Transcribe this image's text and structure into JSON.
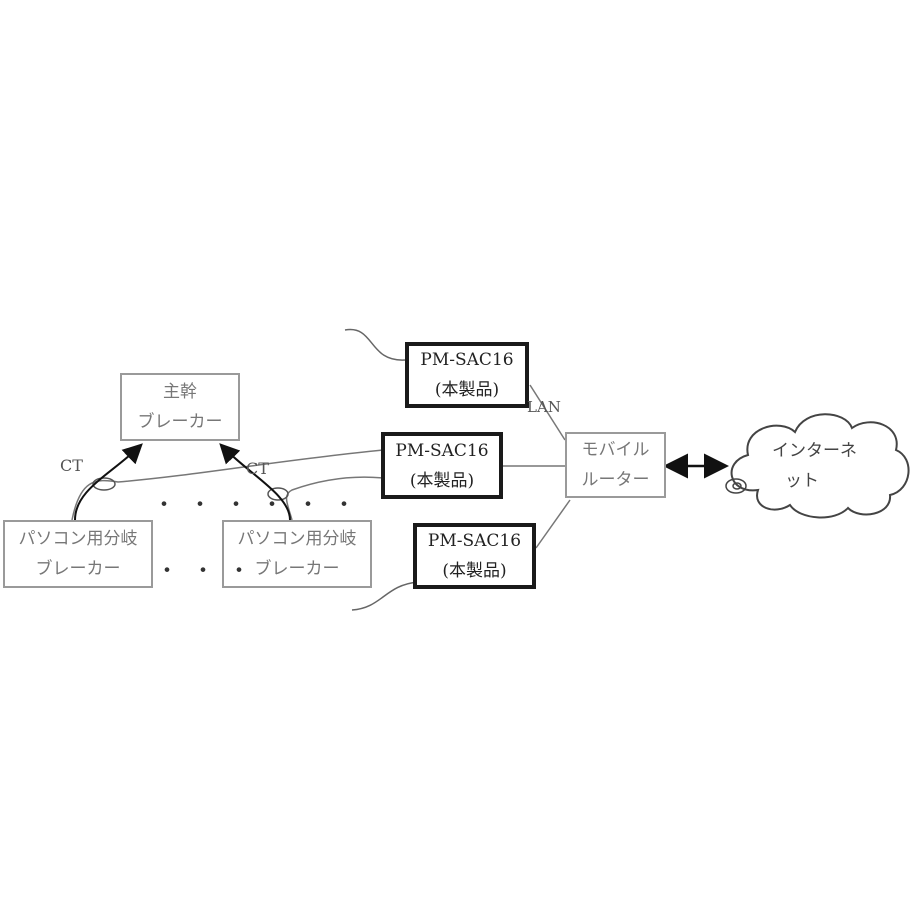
{
  "main_breaker": {
    "line1": "主幹",
    "line2": "ブレーカー"
  },
  "branch_breaker_1": {
    "line1": "パソコン用分岐",
    "line2": "ブレーカー"
  },
  "branch_breaker_2": {
    "line1": "パソコン用分岐",
    "line2": "ブレーカー"
  },
  "device_top": {
    "line1": "PM-SAC16",
    "line2": "(本製品)"
  },
  "device_mid": {
    "line1": "PM-SAC16",
    "line2": "(本製品)"
  },
  "device_bottom": {
    "line1": "PM-SAC16",
    "line2": "(本製品)"
  },
  "router": {
    "line1": "モバイル",
    "line2": "ルーター"
  },
  "internet": {
    "line1": "インターネ",
    "line2": "ット"
  },
  "labels": {
    "ct_left": "CT",
    "ct_right": "CT",
    "lan": "LAN"
  },
  "ellipsis": {
    "row": "・・・・・・",
    "between_breakers": "・・・"
  }
}
